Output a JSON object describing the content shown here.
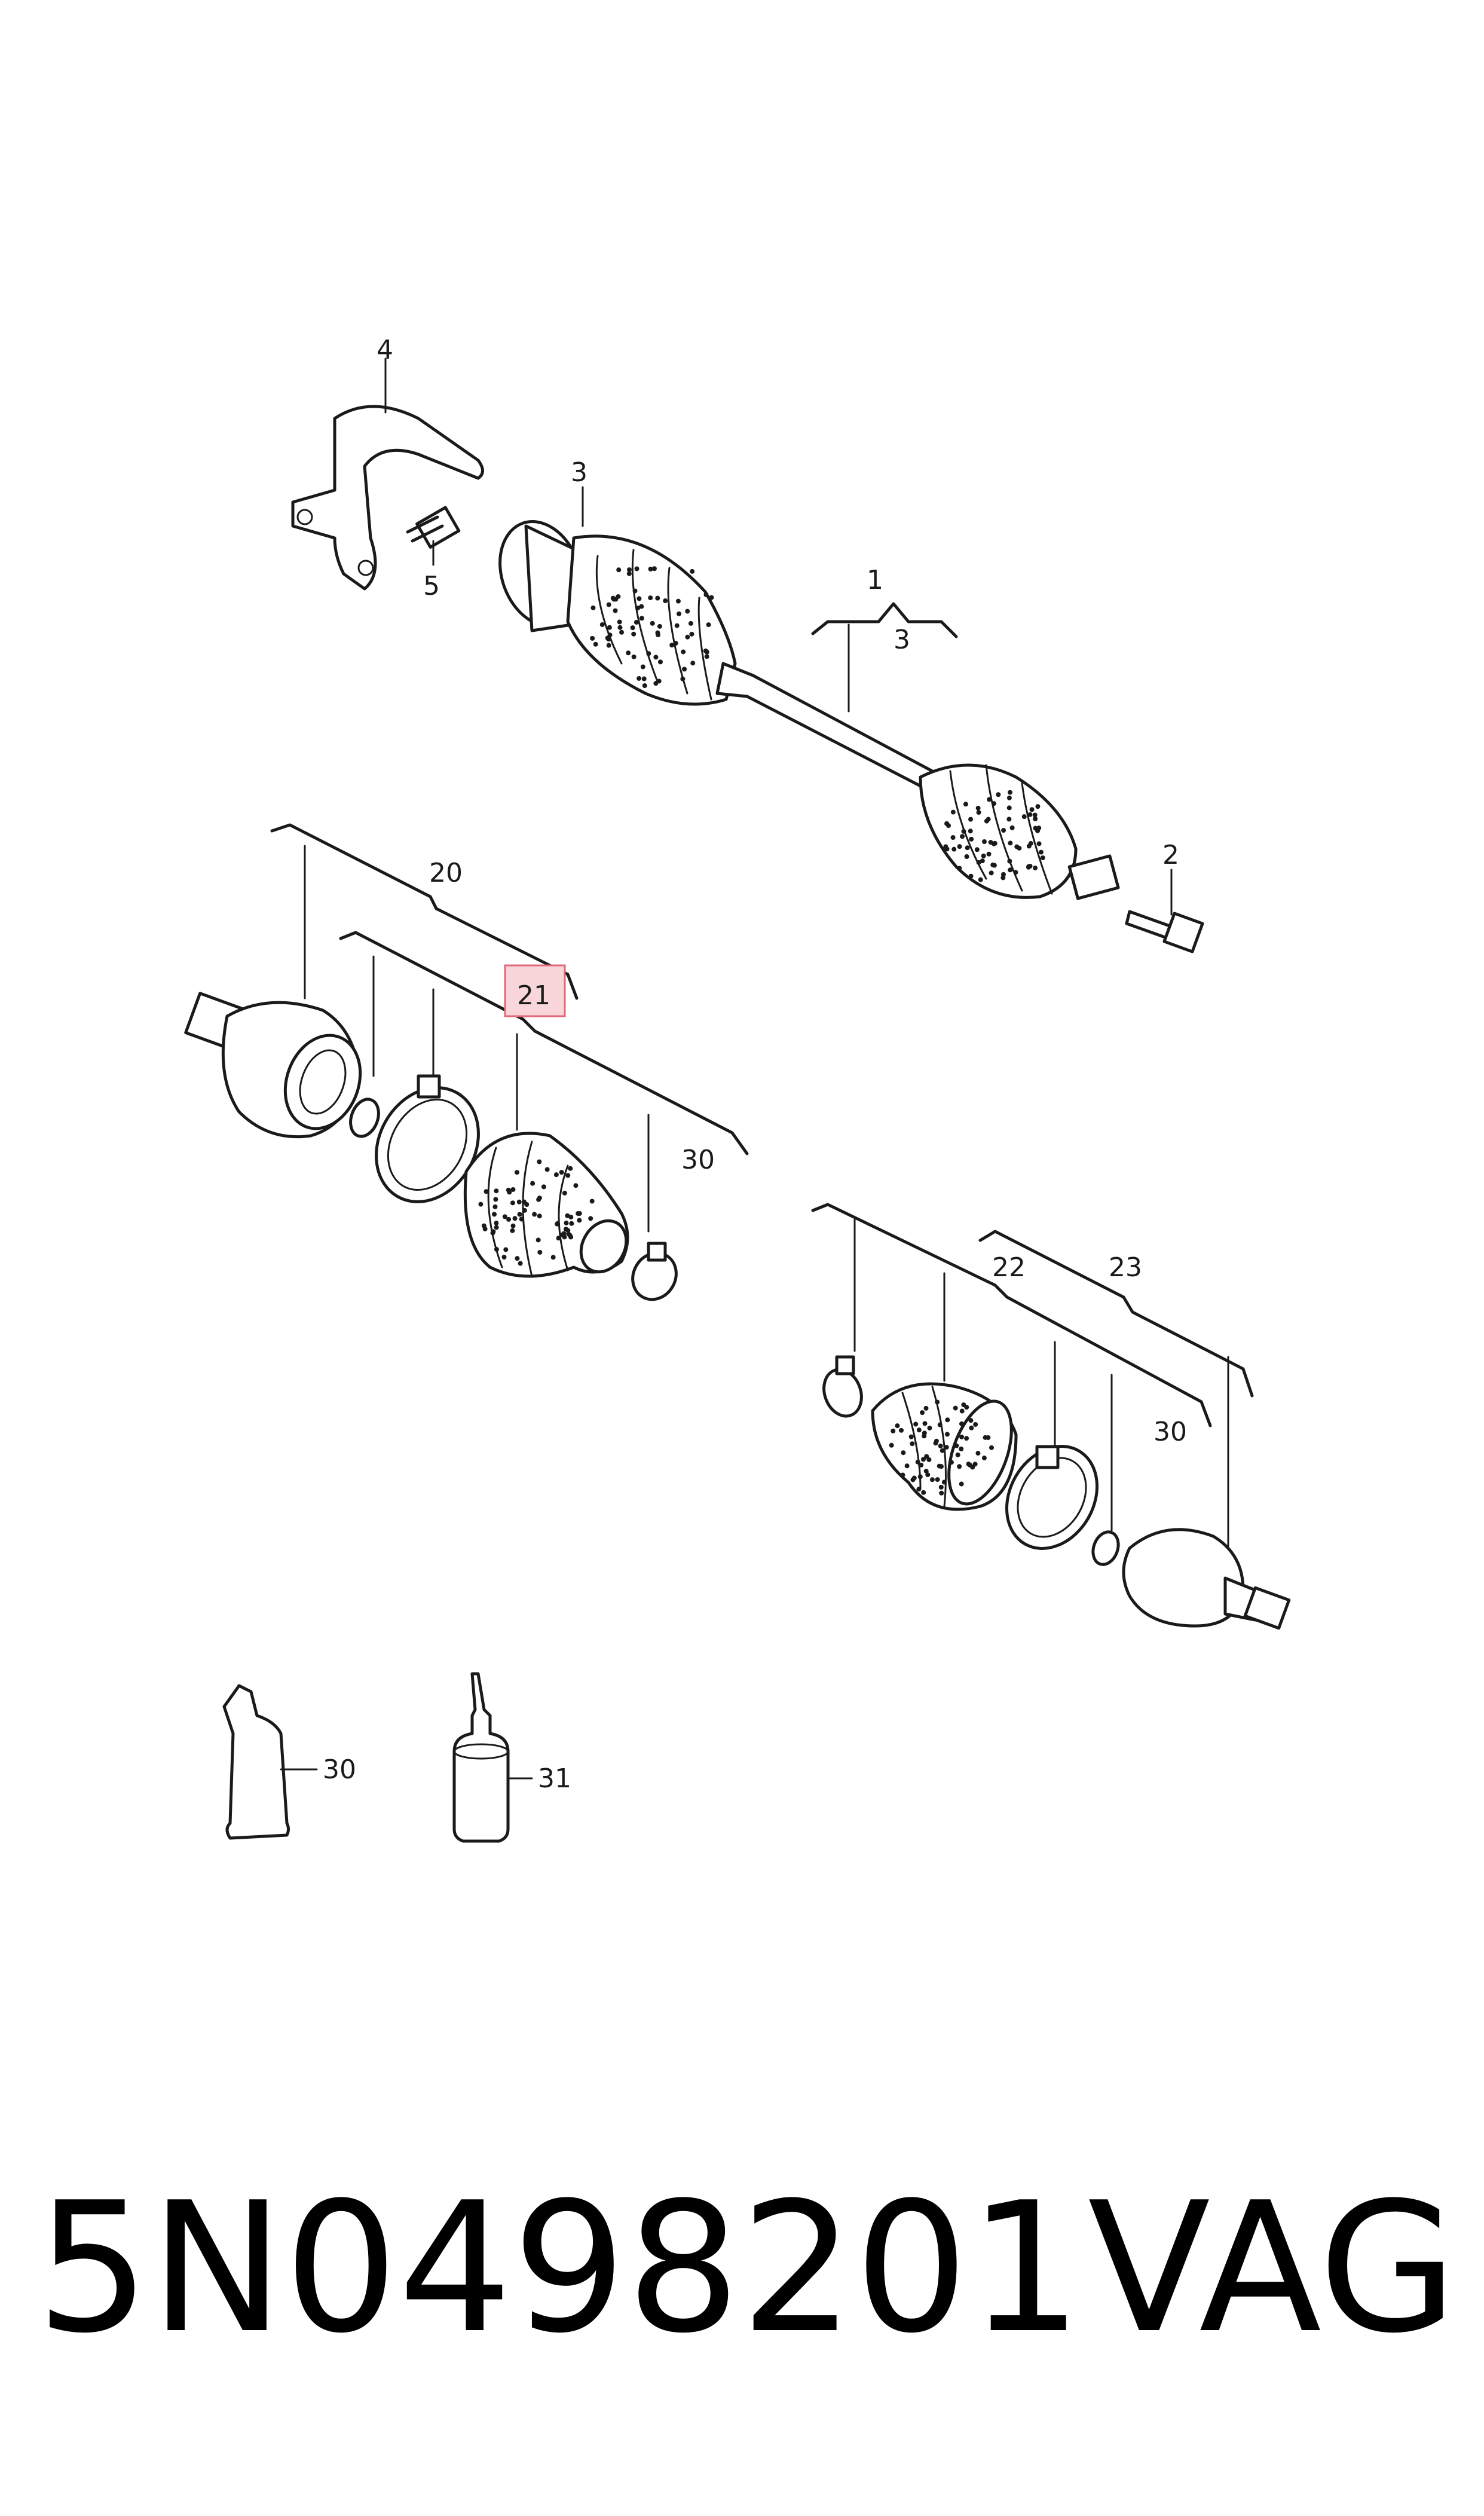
{
  "callouts": {
    "c1": "1",
    "c2": "2",
    "c3a": "3",
    "c3b": "3",
    "c4": "4",
    "c5": "5",
    "c20": "20",
    "c21": "21",
    "c22": "22",
    "c23": "23",
    "c30a": "30",
    "c30b": "30",
    "c30c": "30",
    "c31": "31"
  },
  "highlighted_callout": "21",
  "footer": {
    "part_number": "5N0498201",
    "brand": "VAG"
  },
  "colors": {
    "ink": "#1a1a1a",
    "highlight_fill": "#f9d6da",
    "highlight_stroke": "#e06878"
  }
}
